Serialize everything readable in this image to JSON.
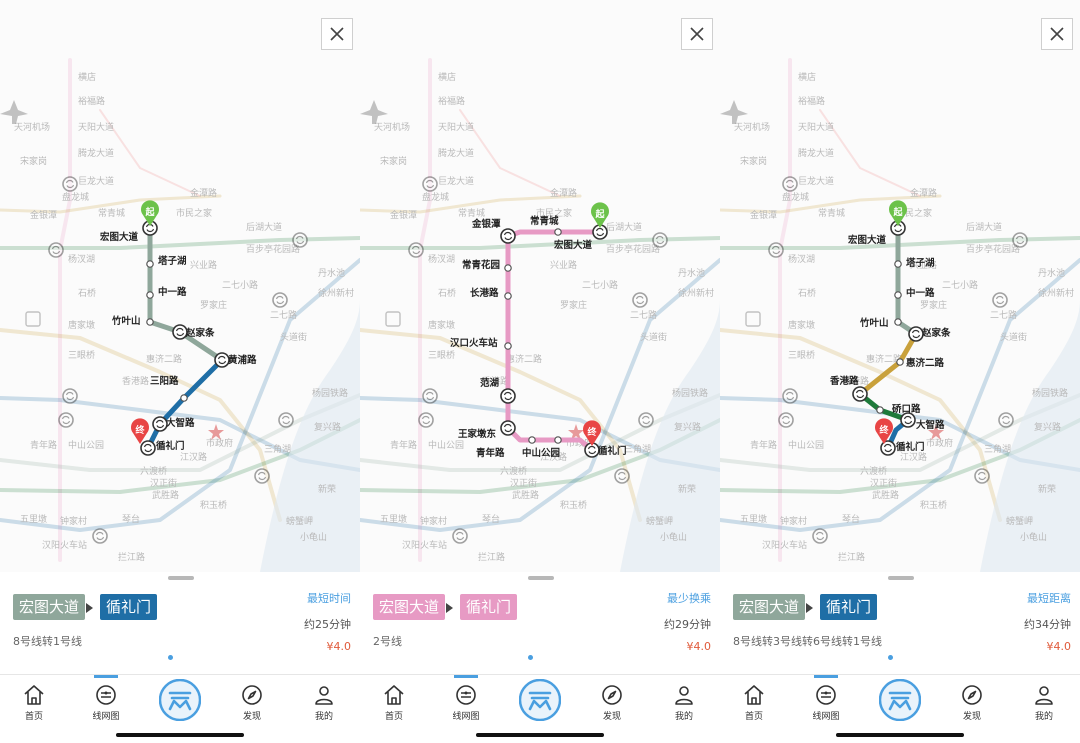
{
  "panels": [
    {
      "from": "宏图大道",
      "to": "循礼门",
      "from_color": "#8fa79b",
      "to_color": "#1f6ea6",
      "strategy": "最短时间",
      "duration": "约25分钟",
      "price": "¥4.0",
      "lines": "8号线转1号线",
      "start_badge": "起",
      "end_badge": "终",
      "route_labels": [
        "宏图大道",
        "塔子湖",
        "中一路",
        "竹叶山",
        "赵家条",
        "黄浦路",
        "三阳路",
        "大智路",
        "循礼门"
      ]
    },
    {
      "from": "宏图大道",
      "to": "循礼门",
      "from_color": "#e79ac4",
      "to_color": "#e79ac4",
      "strategy": "最少换乘",
      "duration": "约29分钟",
      "price": "¥4.0",
      "lines": "2号线",
      "start_badge": "起",
      "end_badge": "终",
      "route_labels": [
        "金银潭",
        "常青城",
        "宏图大道",
        "常青花园",
        "长港路",
        "汉口火车站",
        "范湖",
        "王家墩东",
        "青年路",
        "中山公园",
        "循礼门"
      ]
    },
    {
      "from": "宏图大道",
      "to": "循礼门",
      "from_color": "#8fa79b",
      "to_color": "#1f6ea6",
      "strategy": "最短距离",
      "duration": "约34分钟",
      "price": "¥4.0",
      "lines": "8号线转3号线转6号线转1号线",
      "start_badge": "起",
      "end_badge": "终",
      "route_labels": [
        "宏图大道",
        "塔子湖",
        "中一路",
        "竹叶山",
        "赵家条",
        "惠济二路",
        "香港路",
        "硚口路",
        "大智路",
        "循礼门"
      ]
    }
  ],
  "bg_labels": [
    "横店",
    "裕福路",
    "天阳大道",
    "腾龙大道",
    "巨龙大道",
    "盘龙城",
    "宋家岗",
    "天河机场",
    "后湖大道",
    "百步亭花园路",
    "兴业路",
    "二七小路",
    "罗家庄",
    "徐州新村",
    "二七路",
    "头道街",
    "丹水池",
    "杨汊湖",
    "石桥",
    "唐家墩",
    "三眼桥",
    "惠济二路",
    "香港路",
    "中山公园",
    "青年路",
    "江汉路",
    "六渡桥",
    "汉正街",
    "武胜路",
    "积玉桥",
    "螃蟹岬",
    "小龟山",
    "钟家村",
    "琴台",
    "五里墩",
    "汉阳火车站",
    "拦江路",
    "市政府",
    "新荣",
    "三角湖",
    "杨园铁路",
    "复兴路",
    "市民之家",
    "金潭路",
    "常青城",
    "金银潭"
  ],
  "tabs": [
    "首页",
    "线网图",
    "",
    "发现",
    "我的"
  ],
  "colors": {
    "line1": "#1f6ea6",
    "line2": "#e79ac4",
    "line3": "#c9a13b",
    "line6": "#1f7a3a",
    "line8": "#8fa79b",
    "start": "#6cc24a",
    "end": "#e84545",
    "accent": "#4a9fe0"
  },
  "icons": [
    "close-icon",
    "home-icon",
    "network-map-icon",
    "metro-logo-icon",
    "compass-icon",
    "user-icon",
    "arrow-right-icon",
    "transfer-icon",
    "airport-icon",
    "station-icon"
  ]
}
